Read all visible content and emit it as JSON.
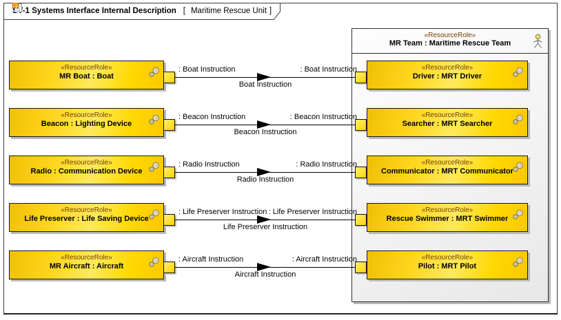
{
  "diagram": {
    "title": "SV-1 Systems Interface Internal Description",
    "bracket_open": "[",
    "frame_label": "Maritime Rescue Unit",
    "bracket_close": "]"
  },
  "container": {
    "stereotype": "«ResourceRole»",
    "name": "MR Team : Maritime Rescue Team"
  },
  "nodes_left": [
    {
      "stereotype": "«ResourceRole»",
      "name": "MR Boat : Boat"
    },
    {
      "stereotype": "«ResourceRole»",
      "name": "Beacon : Lighting Device"
    },
    {
      "stereotype": "«ResourceRole»",
      "name": "Radio : Communication Device"
    },
    {
      "stereotype": "«ResourceRole»",
      "name": "Life Preserver : Life Saving Device"
    },
    {
      "stereotype": "«ResourceRole»",
      "name": "MR Aircraft : Aircraft"
    }
  ],
  "nodes_right": [
    {
      "stereotype": "«ResourceRole»",
      "name": "Driver : MRT Driver"
    },
    {
      "stereotype": "«ResourceRole»",
      "name": "Searcher : MRT Searcher"
    },
    {
      "stereotype": "«ResourceRole»",
      "name": "Communicator : MRT Communicator"
    },
    {
      "stereotype": "«ResourceRole»",
      "name": "Rescue Swimmer : MRT Swimmer"
    },
    {
      "stereotype": "«ResourceRole»",
      "name": "Pilot : MRT Pilot"
    }
  ],
  "connectors": [
    {
      "source_label": ": Boat Instruction",
      "target_label": ": Boat Instruction",
      "flow_label": "Boat Instruction"
    },
    {
      "source_label": ": Beacon Instruction",
      "target_label": ": Beacon Instruction",
      "flow_label": "Beacon Instruction"
    },
    {
      "source_label": ": Radio Instruction",
      "target_label": ": Radio Instruction",
      "flow_label": "Radio Instruction"
    },
    {
      "source_label": ": Life Preserver Instruction",
      "target_label": ": Life Preserver Instruction",
      "flow_label": "Life Preserver Instruction"
    },
    {
      "source_label": ": Aircraft Instruction",
      "target_label": ": Aircraft Instruction",
      "flow_label": "Aircraft Instruction"
    }
  ],
  "icons": {
    "role": "resource-role-icon (two overlapping beads)",
    "actor": "actor-icon (stick figure, yellow head)",
    "diagram_kind": "sv1-diagram-icon (orange table on page)"
  },
  "colors": {
    "node_fill": "#FFD700",
    "node_border": "#151515",
    "stereotype_text": "#6F3D00",
    "container_fill": "#F2F2F2",
    "connector": "#000000",
    "port_fill": "#FFD400",
    "shadow": "#B9B9B9",
    "actor_head": "#FFE95E"
  }
}
